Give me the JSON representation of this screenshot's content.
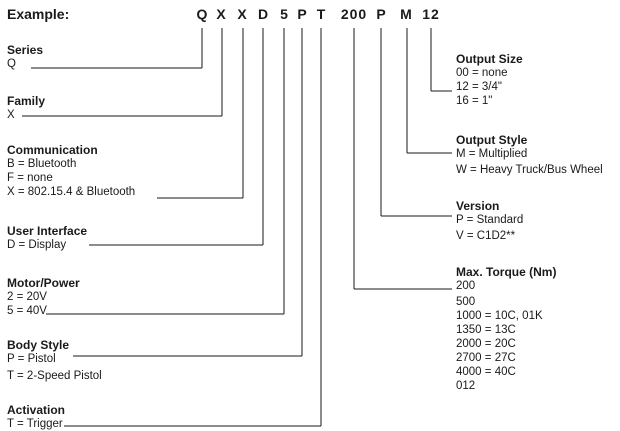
{
  "example": {
    "label": "Example:",
    "code": [
      "Q",
      "X",
      "X",
      "D",
      "5",
      "P",
      "T",
      "200",
      "P",
      "M",
      "12"
    ]
  },
  "left_sections": [
    {
      "heading": "Series",
      "items": [
        "Q"
      ]
    },
    {
      "heading": "Family",
      "items": [
        "X"
      ]
    },
    {
      "heading": "Communication",
      "items": [
        "B = Bluetooth",
        "F = none",
        "X = 802.15.4 & Bluetooth"
      ]
    },
    {
      "heading": "User Interface",
      "items": [
        "D = Display"
      ]
    },
    {
      "heading": "Motor/Power",
      "items": [
        "2 = 20V",
        "5 = 40V"
      ]
    },
    {
      "heading": "Body Style",
      "items": [
        "P = Pistol",
        "T = 2-Speed Pistol"
      ]
    },
    {
      "heading": "Activation",
      "items": [
        "T = Trigger"
      ]
    }
  ],
  "right_sections": [
    {
      "heading": "Output Size",
      "items": [
        "00 = none",
        "12 = 3/4\"",
        "16 = 1\""
      ]
    },
    {
      "heading": "Output Style",
      "items": [
        "M = Multiplied",
        "W = Heavy Truck/Bus Wheel"
      ]
    },
    {
      "heading": "Version",
      "items": [
        "P = Standard",
        "V = C1D2**"
      ]
    },
    {
      "heading": "Max. Torque (Nm)",
      "items": [
        "200",
        "500",
        "1000 = 10C, 01K",
        "1350 = 13C",
        "2000 = 20C",
        "2700 = 27C",
        "4000 = 40C",
        "012"
      ]
    }
  ]
}
